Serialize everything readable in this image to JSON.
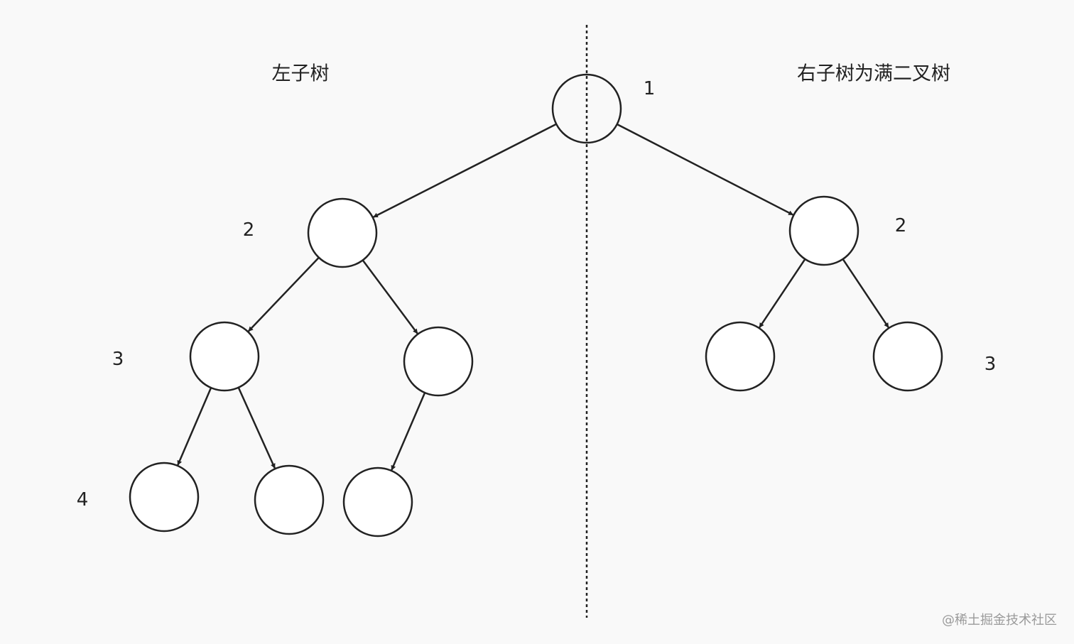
{
  "titles": {
    "left": "左子树",
    "right": "右子树为满二叉树"
  },
  "level_labels": {
    "root": "1",
    "left_2": "2",
    "left_3": "3",
    "left_4": "4",
    "right_2": "2",
    "right_3": "3"
  },
  "tree": {
    "nodes": [
      "root",
      "l2",
      "l3a",
      "l3b",
      "l4a",
      "l4b",
      "l4c",
      "r2",
      "r3a",
      "r3b"
    ],
    "edges": [
      [
        "root",
        "l2"
      ],
      [
        "root",
        "r2"
      ],
      [
        "l2",
        "l3a"
      ],
      [
        "l2",
        "l3b"
      ],
      [
        "l3a",
        "l4a"
      ],
      [
        "l3a",
        "l4b"
      ],
      [
        "l3b",
        "l4c"
      ],
      [
        "r2",
        "r3a"
      ],
      [
        "r2",
        "r3b"
      ]
    ]
  },
  "colors": {
    "stroke": "#222222",
    "node_fill": "#ffffff",
    "background": "#f9f9f9"
  },
  "watermark": "@稀土掘金技术社区"
}
